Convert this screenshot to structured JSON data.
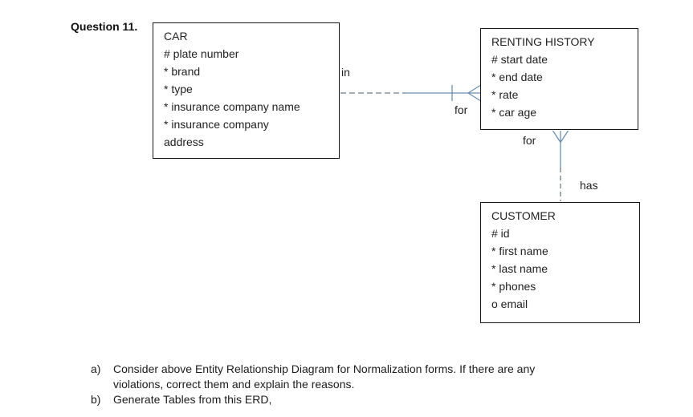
{
  "question_label": "Question 11.",
  "erd": {
    "entities": {
      "car": {
        "title": "CAR",
        "lines": [
          "# plate number",
          "* brand",
          "* type",
          "* insurance company name",
          "* insurance company",
          "address"
        ]
      },
      "renting_history": {
        "title": "RENTING HISTORY",
        "lines": [
          "# start date",
          "* end date",
          "* rate",
          "* car age"
        ]
      },
      "customer": {
        "title": "CUSTOMER",
        "lines": [
          "# id",
          "* first name",
          "* last name",
          "* phones",
          "o email"
        ]
      }
    },
    "relationships": {
      "car_renting_history": {
        "label_near_car": "in",
        "label_near_renting_history": "for"
      },
      "renting_history_customer": {
        "label_near_renting_history": "for",
        "label_near_customer": "has"
      }
    },
    "colors": {
      "line_solid": "#6b8fb2",
      "line_dashed": "#6d7d8a",
      "box_border": "#151515"
    }
  },
  "instructions": {
    "items": [
      {
        "marker": "a)",
        "lines": [
          "Consider above Entity Relationship Diagram for Normalization forms. If there are any",
          "violations, correct them and explain the reasons."
        ]
      },
      {
        "marker": "b)",
        "lines": [
          "Generate Tables from this ERD,"
        ]
      }
    ]
  }
}
